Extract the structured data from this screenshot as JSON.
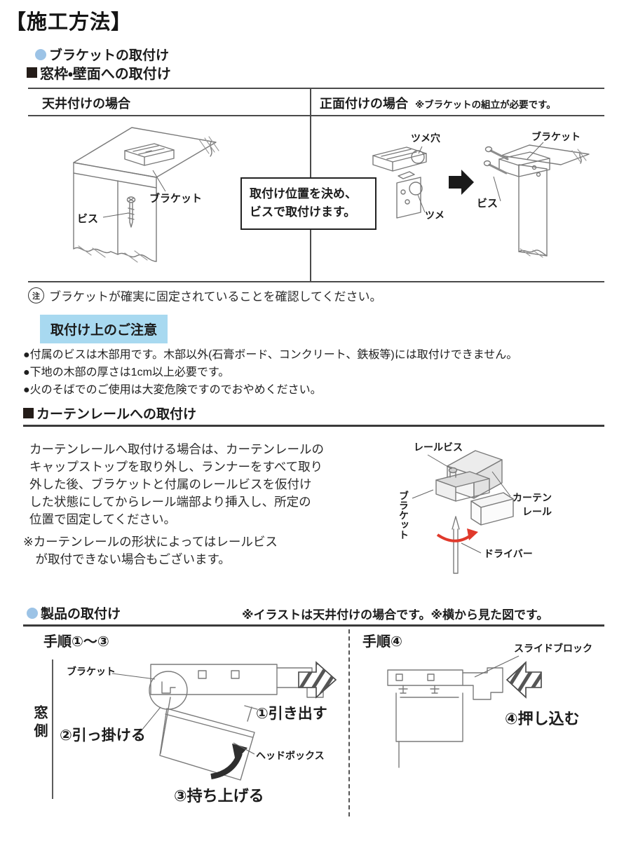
{
  "page": {
    "title": "【施工方法】"
  },
  "bracket_section": {
    "heading": "ブラケットの取付け",
    "subheading": "窓枠・壁面への取付け",
    "table": {
      "left_header": "天井付けの場合",
      "right_header": "正面付けの場合",
      "right_header_note": "※ブラケットの組立が必要です。",
      "center_box": "取付け位置を決め、\nビスで取付けます。",
      "labels": {
        "screw_left": "ビス",
        "bracket_left": "ブラケット",
        "claw_hole": "ツメ穴",
        "claw": "ツメ",
        "screw_right": "ビス",
        "bracket_right": "ブラケット"
      }
    },
    "note_mark": "注",
    "note_text": "ブラケットが確実に固定されていることを確認してください。",
    "caution": {
      "title": "取付け上のご注意",
      "items": [
        "●付属のビスは木部用です。木部以外(石膏ボード、コンクリート、鉄板等)には取付けできません。",
        "●下地の木部の厚さは1cm以上必要です。",
        "●火のそばでのご使用は大変危険ですのでおやめください。"
      ]
    }
  },
  "rail_section": {
    "heading": "カーテンレールへの取付け",
    "body": "カーテンレールへ取付ける場合は、カーテンレールの\nキャップストップを取り外し、ランナーをすべて取り\n外した後、ブラケットと付属のレールビスを仮付け\nした状態にしてからレール端部より挿入し、所定の\n位置で固定してください。",
    "note": "※カーテンレールの形状によってはレールビス\n　が取付できない場合もございます。",
    "labels": {
      "rail_screw": "レールビス",
      "curtain": "カーテン",
      "rail": "レール",
      "bracket": "ブラケット",
      "screwdriver": "ドライバー"
    }
  },
  "product_section": {
    "heading": "製品の取付け",
    "note": "※イラストは天井付けの場合です。※横から見た図です。",
    "left": {
      "title": "手順①〜③",
      "window_side": "窓側",
      "labels": {
        "bracket": "ブラケット",
        "step1": "①引き出す",
        "step2": "②引っ掛ける",
        "headbox": "ヘッドボックス",
        "step3": "③持ち上げる"
      }
    },
    "right": {
      "title": "手順④",
      "labels": {
        "slide_block": "スライドブロック",
        "step4": "④押し込む"
      }
    }
  },
  "colors": {
    "accent_blue": "#9cc3e6",
    "highlight_blue": "#a8d9f0",
    "arrow_red": "#e0392b",
    "line_gray": "#7a7a7a"
  }
}
